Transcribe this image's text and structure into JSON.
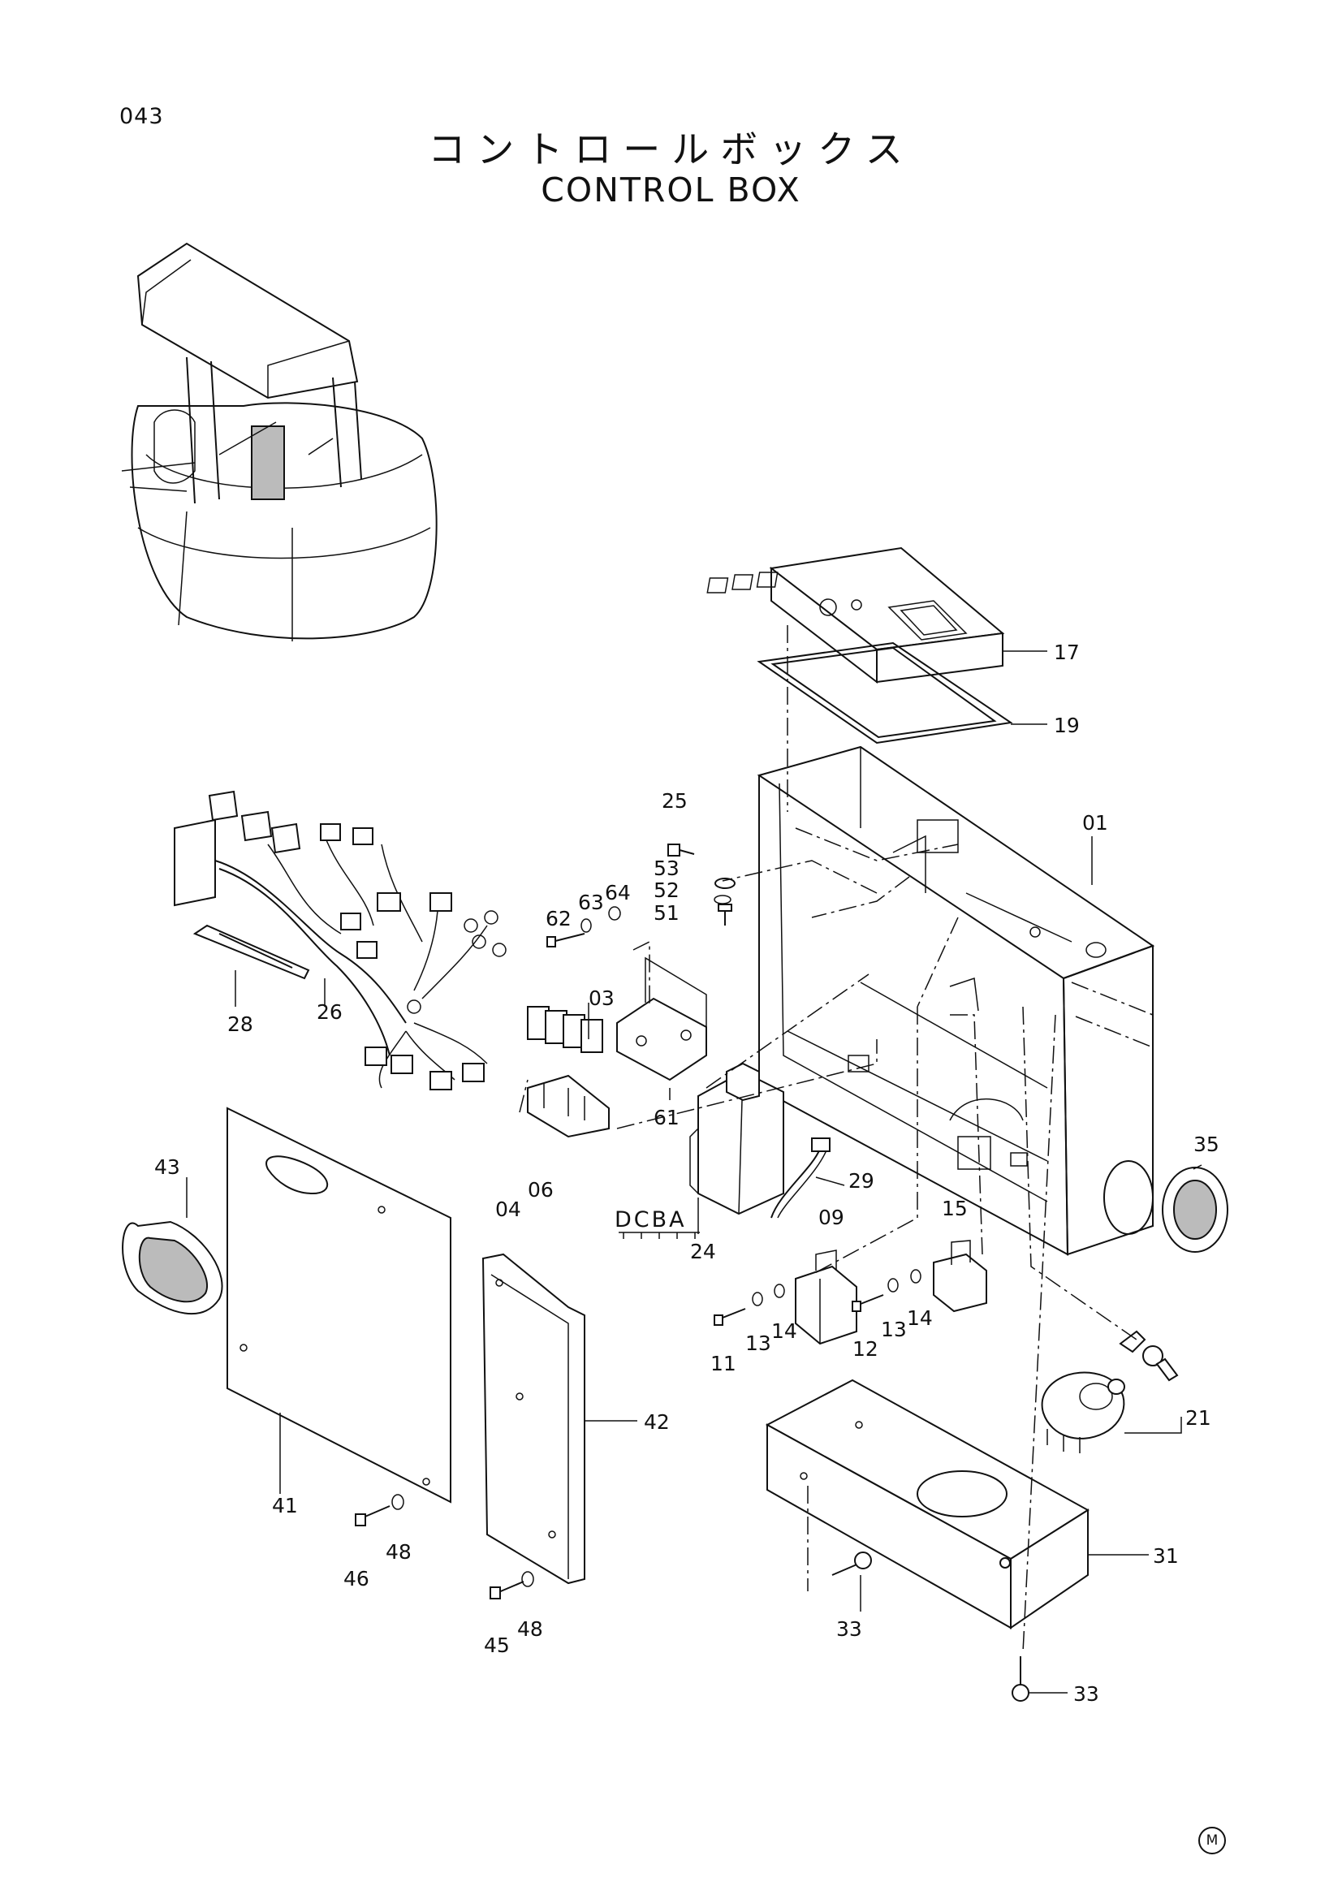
{
  "page": {
    "number": "043",
    "title_jp": "コントロールボックス",
    "title_en": "CONTROL BOX",
    "mark": "M"
  },
  "callouts": {
    "p01": "01",
    "p03": "03",
    "p04": "04",
    "p06": "06",
    "p09": "09",
    "p11": "11",
    "p12": "12",
    "p13a": "13",
    "p13b": "13",
    "p14a": "14",
    "p14b": "14",
    "p15": "15",
    "p17": "17",
    "p19": "19",
    "p21": "21",
    "p24": "24",
    "p25": "25",
    "p26": "26",
    "p28": "28",
    "p29": "29",
    "p31": "31",
    "p33a": "33",
    "p33b": "33",
    "p35": "35",
    "p41": "41",
    "p42": "42",
    "p43": "43",
    "p45": "45",
    "p46": "46",
    "p48a": "48",
    "p48b": "48",
    "p51": "51",
    "p52": "52",
    "p53": "53",
    "p61": "61",
    "p62": "62",
    "p63": "63",
    "p64": "64"
  },
  "variant_code": "DCBA"
}
